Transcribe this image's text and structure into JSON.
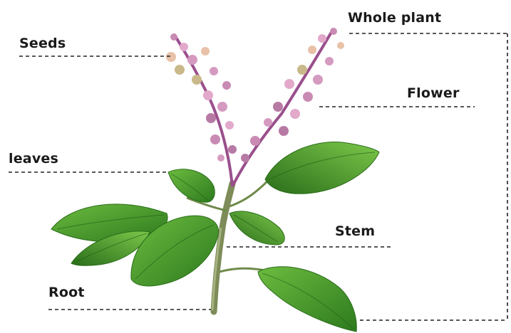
{
  "labels": {
    "whole_plant": "Whole plant",
    "seeds": "Seeds",
    "flower": "Flower",
    "leaves": "leaves",
    "stem": "Stem",
    "root": "Root"
  },
  "colors": {
    "leaf_dark": "#2f7d1f",
    "leaf_light": "#5fae3a",
    "stem": "#7a8a55",
    "stem_purple": "#9a4f8c",
    "flower_pink": "#d89ac2",
    "seed_tan": "#c9b98a",
    "leader_line": "#222222"
  }
}
